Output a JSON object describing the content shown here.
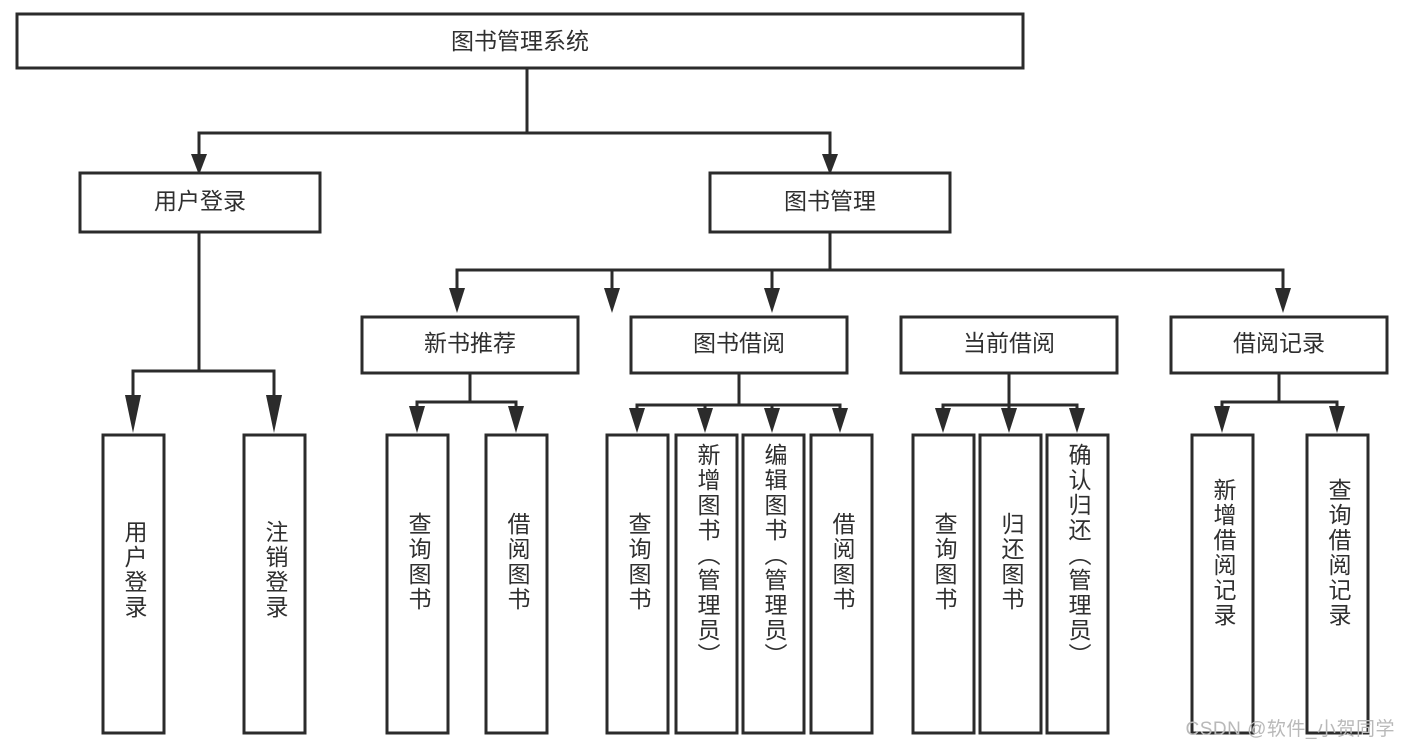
{
  "diagram": {
    "type": "tree",
    "title": "图书管理系统",
    "watermark": "CSDN @软件_小贺同学",
    "colors": {
      "stroke": "#2b2b2b",
      "fill": "#ffffff",
      "text": "#2f2f2f",
      "watermark": "#b9b9b9",
      "background": "#ffffff"
    },
    "root": {
      "label": "图书管理系统"
    },
    "level2": [
      {
        "label": "用户登录"
      },
      {
        "label": "图书管理"
      }
    ],
    "level3": [
      {
        "label": "新书推荐"
      },
      {
        "label": "图书借阅"
      },
      {
        "label": "当前借阅"
      },
      {
        "label": "借阅记录"
      }
    ],
    "leaves": {
      "user_login": [
        {
          "label": "用户登录"
        },
        {
          "label": "注销登录"
        }
      ],
      "new_book_recommend": [
        {
          "label": "查询图书"
        },
        {
          "label": "借阅图书"
        }
      ],
      "book_borrow": [
        {
          "label": "查询图书"
        },
        {
          "label": "新增图书（管理员）"
        },
        {
          "label": "编辑图书（管理员）"
        },
        {
          "label": "借阅图书"
        }
      ],
      "current_borrow": [
        {
          "label": "查询图书"
        },
        {
          "label": "归还图书"
        },
        {
          "label": "确认归还（管理员）"
        }
      ],
      "borrow_record": [
        {
          "label": "新增借阅记录"
        },
        {
          "label": "查询借阅记录"
        }
      ]
    }
  }
}
